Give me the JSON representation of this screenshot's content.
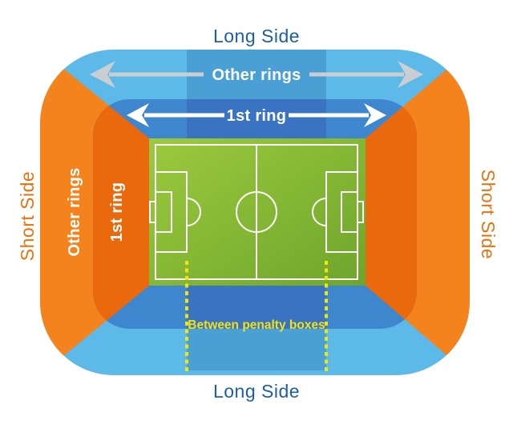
{
  "diagram": {
    "description": "Football stadium seating diagram: blue long-side stands and orange short-side stands around a pitch, split into 1st ring and other rings, with the between-penalty-boxes zone marked",
    "labels": {
      "top_long_side": "Long Side",
      "bottom_long_side": "Long Side",
      "left_short_side": "Short Side",
      "right_short_side": "Short Side",
      "top_other_rings": "Other rings",
      "top_first_ring": "1st ring",
      "left_other_rings": "Other rings",
      "left_first_ring": "1st ring",
      "between_penalty_boxes": "Between penalty boxes"
    }
  },
  "colors": {
    "background": "#ffffff",
    "long_side_label": "#1c5fa8",
    "short_side_label": "#e87211",
    "blue_outer_ring": "#5cb9e8",
    "blue_outer_ring_column": "#4a9fd4",
    "blue_first_ring": "#3e87cf",
    "blue_first_ring_column": "#3b73c3",
    "orange_outer_ring": "#f5831d",
    "orange_first_ring": "#ea690c",
    "pitch_green_light": "#9cca3e",
    "pitch_green_dark": "#6ea52b",
    "pitch_lines": "#ffffff",
    "other_rings_arrow": "#c9ced3",
    "first_ring_arrow": "#ffffff",
    "penalty_dotted_line": "#f0e60a",
    "between_penalty_label": "#efe312"
  }
}
